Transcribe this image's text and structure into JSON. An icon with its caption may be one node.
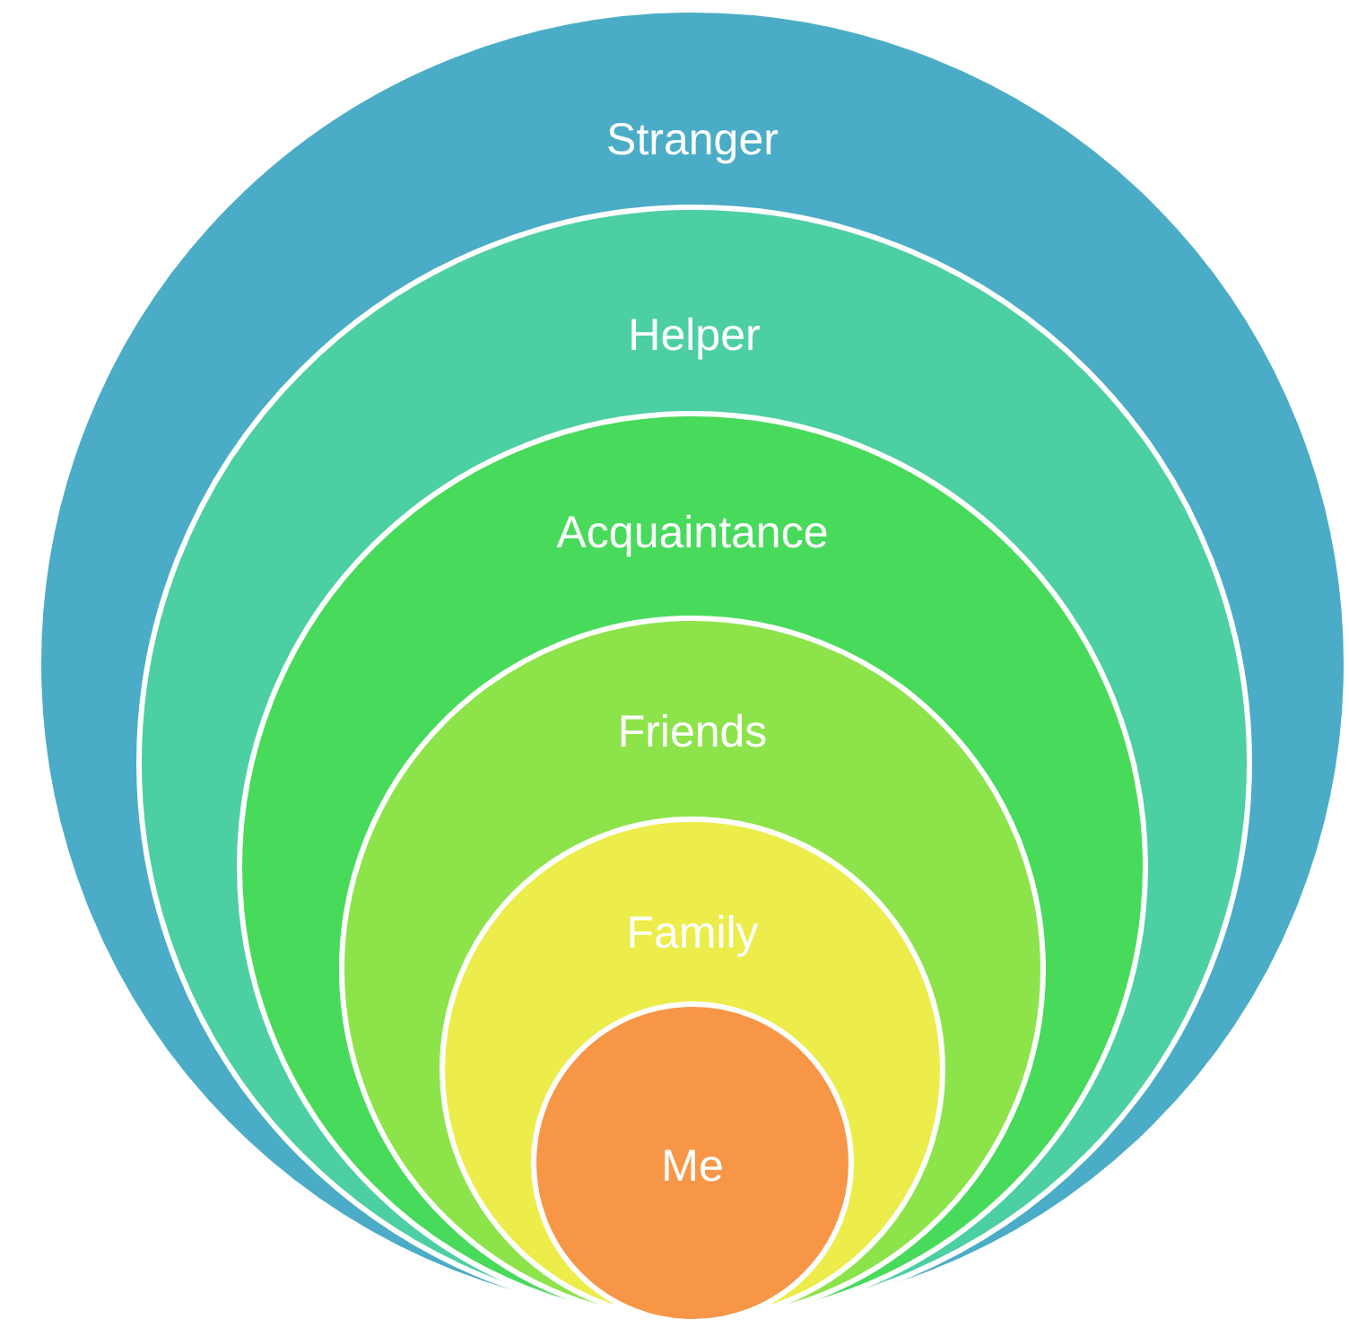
{
  "diagram": {
    "nodes": [
      {
        "text": [
          "Stranger"
        ]
      },
      {
        "text": [
          "Helper"
        ],
        "in": 0
      },
      {
        "text": [
          "Acquaintance"
        ],
        "in": 1
      },
      {
        "text": [
          "Friends"
        ],
        "in": 2
      },
      {
        "text": [
          "Family"
        ],
        "in": 3
      },
      {
        "text": [
          "Me"
        ],
        "in": 4
      }
    ]
  }
}
